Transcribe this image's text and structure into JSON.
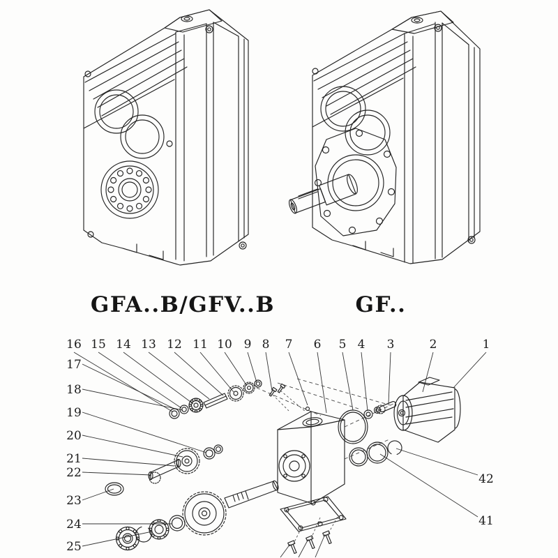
{
  "page": {
    "background": "#fdfdfc",
    "line_color": "#222222"
  },
  "models": [
    {
      "label": "GFA..B/GFV..B"
    },
    {
      "label": "GF.."
    }
  ],
  "exploded": {
    "top_numbers": [
      "16",
      "15",
      "14",
      "13",
      "12",
      "11",
      "10",
      "9",
      "8",
      "7",
      "6",
      "5",
      "4",
      "3",
      "2",
      "1"
    ],
    "left_numbers": [
      "17",
      "18",
      "19",
      "20",
      "21",
      "22",
      "23",
      "24",
      "25"
    ],
    "right_numbers": [
      "42",
      "41"
    ]
  }
}
